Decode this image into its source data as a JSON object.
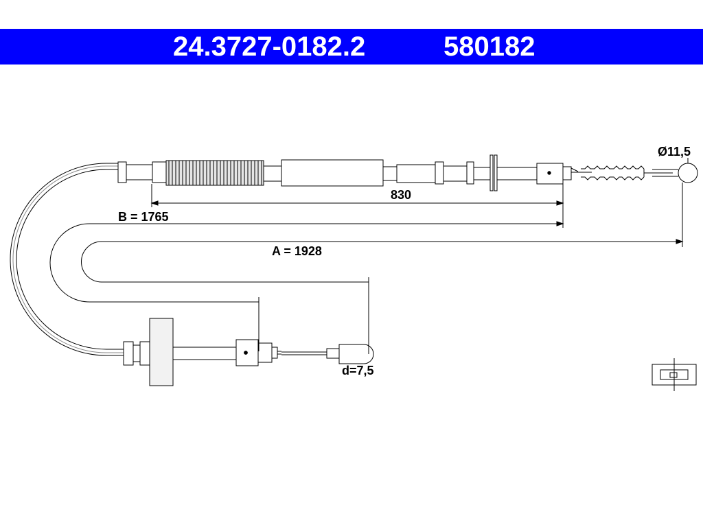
{
  "header": {
    "part_number": "24.3727-0182.2",
    "ref_number": "580182",
    "background": "#0000ff",
    "text_color": "#ffffff"
  },
  "dimensions": {
    "a": "A = 1928",
    "b": "B = 1765",
    "c": "830",
    "ball_diameter": "Ø11,5",
    "nipple_diameter": "d=7,5"
  }
}
